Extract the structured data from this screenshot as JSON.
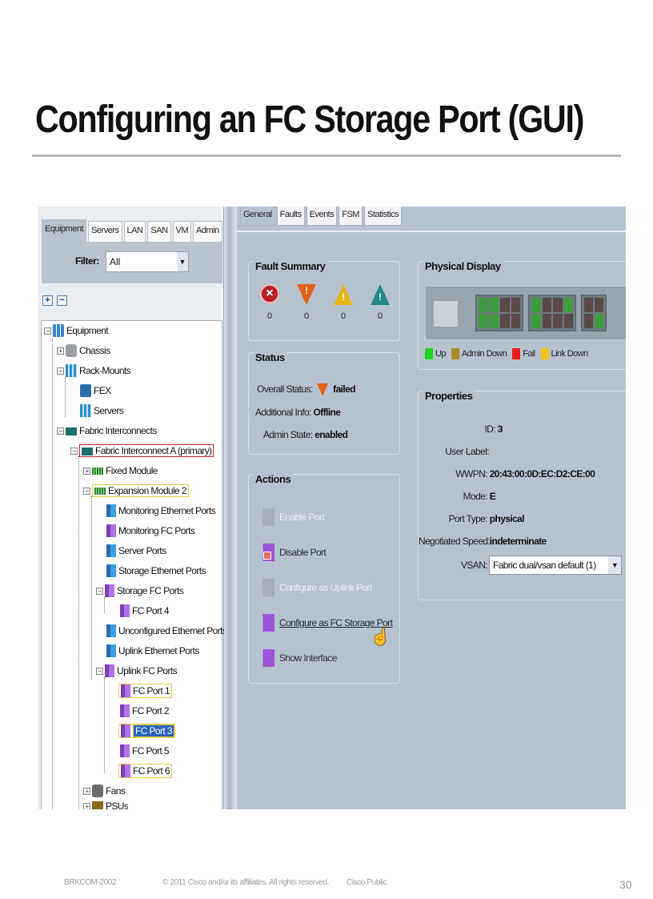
{
  "slide": {
    "title": "Configuring an FC Storage Port (GUI)",
    "footer": {
      "session_id": "BRKCOM-2002",
      "copyright": "© 2011 Cisco and/or its affiliates. All rights reserved.",
      "classification": "Cisco Public",
      "page_number": "30"
    }
  },
  "navigator": {
    "tabs": [
      {
        "label": "Equipment",
        "active": true
      },
      {
        "label": "Servers"
      },
      {
        "label": "LAN"
      },
      {
        "label": "SAN"
      },
      {
        "label": "VM"
      },
      {
        "label": "Admin"
      }
    ],
    "filter": {
      "label": "Filter:",
      "value": "All"
    },
    "expand_all_label": "+",
    "collapse_all_label": "−",
    "tree": [
      {
        "label": "Equipment",
        "icon": "equipment-icon",
        "toggle": "−"
      },
      {
        "label": "Chassis",
        "icon": "chassis-icon",
        "toggle": "+"
      },
      {
        "label": "Rack-Mounts",
        "icon": "rack-icon",
        "toggle": "−"
      },
      {
        "label": "FEX",
        "icon": "fex-icon"
      },
      {
        "label": "Servers",
        "icon": "rack-icon"
      },
      {
        "label": "Fabric Interconnects",
        "icon": "fabric-interconnect-icon",
        "toggle": "−"
      },
      {
        "label": "Fabric Interconnect A (primary)",
        "icon": "fabric-interconnect-icon",
        "toggle": "−"
      },
      {
        "label": "Fixed Module",
        "icon": "module-icon",
        "toggle": "+"
      },
      {
        "label": "Expansion Module 2",
        "icon": "module-icon",
        "toggle": "−"
      },
      {
        "label": "Monitoring Ethernet Ports",
        "icon": "ethernet-port-icon"
      },
      {
        "label": "Monitoring FC Ports",
        "icon": "fc-port-icon"
      },
      {
        "label": "Server Ports",
        "icon": "ethernet-port-icon"
      },
      {
        "label": "Storage Ethernet Ports",
        "icon": "ethernet-port-icon"
      },
      {
        "label": "Storage FC Ports",
        "icon": "fc-port-icon",
        "toggle": "−"
      },
      {
        "label": "FC Port 4",
        "icon": "fc-port-icon"
      },
      {
        "label": "Unconfigured Ethernet Ports",
        "icon": "ethernet-port-icon"
      },
      {
        "label": "Uplink Ethernet Ports",
        "icon": "ethernet-port-icon"
      },
      {
        "label": "Uplink FC Ports",
        "icon": "fc-port-icon",
        "toggle": "−"
      },
      {
        "label": "FC Port 1",
        "icon": "fc-port-icon"
      },
      {
        "label": "FC Port 2",
        "icon": "fc-port-icon"
      },
      {
        "label": "FC Port 3",
        "icon": "fc-port-icon",
        "selected": true
      },
      {
        "label": "FC Port 5",
        "icon": "fc-port-icon"
      },
      {
        "label": "FC Port 6",
        "icon": "fc-port-icon"
      },
      {
        "label": "Fans",
        "icon": "fans-icon",
        "toggle": "+"
      },
      {
        "label": "PSUs",
        "icon": "psu-icon",
        "toggle": "+"
      }
    ]
  },
  "content": {
    "tabs": [
      {
        "label": "General",
        "active": true
      },
      {
        "label": "Faults"
      },
      {
        "label": "Events"
      },
      {
        "label": "FSM"
      },
      {
        "label": "Statistics"
      }
    ],
    "fault_summary": {
      "title": "Fault Summary",
      "items": [
        {
          "severity": "critical",
          "count": "0",
          "color": "#b5202a"
        },
        {
          "severity": "major",
          "count": "0",
          "color": "#e4601c"
        },
        {
          "severity": "minor",
          "count": "0",
          "color": "#e7b51a"
        },
        {
          "severity": "warning",
          "count": "0",
          "color": "#1f8a86"
        }
      ]
    },
    "status": {
      "title": "Status",
      "overall_status_label": "Overall Status:",
      "overall_status_value": "failed",
      "additional_info_label": "Additional Info:",
      "additional_info_value": "Offline",
      "admin_state_label": "Admin State:",
      "admin_state_value": "enabled"
    },
    "actions": {
      "title": "Actions",
      "items": [
        {
          "label": "Enable Port",
          "state": "disabled"
        },
        {
          "label": "Disable Port",
          "state": "enabled"
        },
        {
          "label": "Configure as Uplink Port",
          "state": "disabled"
        },
        {
          "label": "Configure as FC Storage Port",
          "state": "hover"
        },
        {
          "label": "Show Interface",
          "state": "enabled"
        }
      ]
    },
    "physical_display": {
      "title": "Physical Display",
      "legend": [
        {
          "label": "Up",
          "color": "#22d622"
        },
        {
          "label": "Admin Down",
          "color": "#a88a2a"
        },
        {
          "label": "Fail",
          "color": "#e81c1c"
        },
        {
          "label": "Link Down",
          "color": "#f0c419"
        }
      ]
    },
    "properties": {
      "title": "Properties",
      "id_label": "ID:",
      "id_value": "3",
      "user_label_label": "User Label:",
      "user_label_value": "",
      "wwpn_label": "WWPN:",
      "wwpn_value": "20:43:00:0D:EC:D2:CE:00",
      "mode_label": "Mode:",
      "mode_value": "E",
      "port_type_label": "Port Type:",
      "port_type_value": "physical",
      "negotiated_speed_label": "Negotiated Speed:",
      "negotiated_speed_value": "indeterminate",
      "vsan_label": "VSAN:",
      "vsan_value": "Fabric dual/vsan default (1)"
    }
  }
}
